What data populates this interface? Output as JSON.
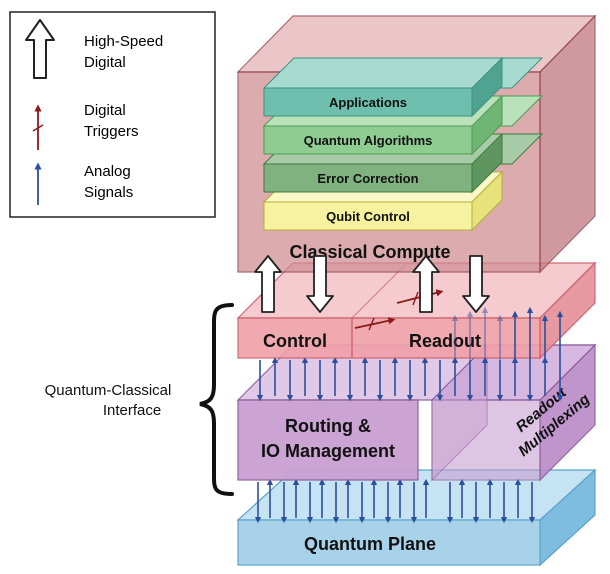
{
  "legend": {
    "items": [
      {
        "label_line1": "High-Speed",
        "label_line2": "Digital"
      },
      {
        "label_line1": "Digital",
        "label_line2": "Triggers"
      },
      {
        "label_line1": "Analog",
        "label_line2": "Signals"
      }
    ]
  },
  "layers": {
    "applications": "Applications",
    "quantum_algorithms": "Quantum Algorithms",
    "error_correction": "Error Correction",
    "qubit_control": "Qubit Control",
    "classical_compute": "Classical Compute",
    "control": "Control",
    "readout": "Readout",
    "routing_line1": "Routing &",
    "routing_line2": "IO Management",
    "readout_mux_line1": "Readout",
    "readout_mux_line2": "Multiplexing",
    "quantum_plane": "Quantum Plane"
  },
  "interface": {
    "label_line1": "Quantum-Classical",
    "label_line2": "Interface"
  },
  "colors": {
    "classical": "#cf8f94",
    "control_readout": "#f0a0a8",
    "routing": "#c9a0d2",
    "quantum_plane": "#a8d2ea",
    "applications": "#6fbfae",
    "algorithms": "#8fcc92",
    "error_correction": "#7fb27f",
    "qubit_control": "#f7f2a0",
    "analog_arrow": "#2a4f9e",
    "trigger_arrow": "#8b1a1a"
  }
}
